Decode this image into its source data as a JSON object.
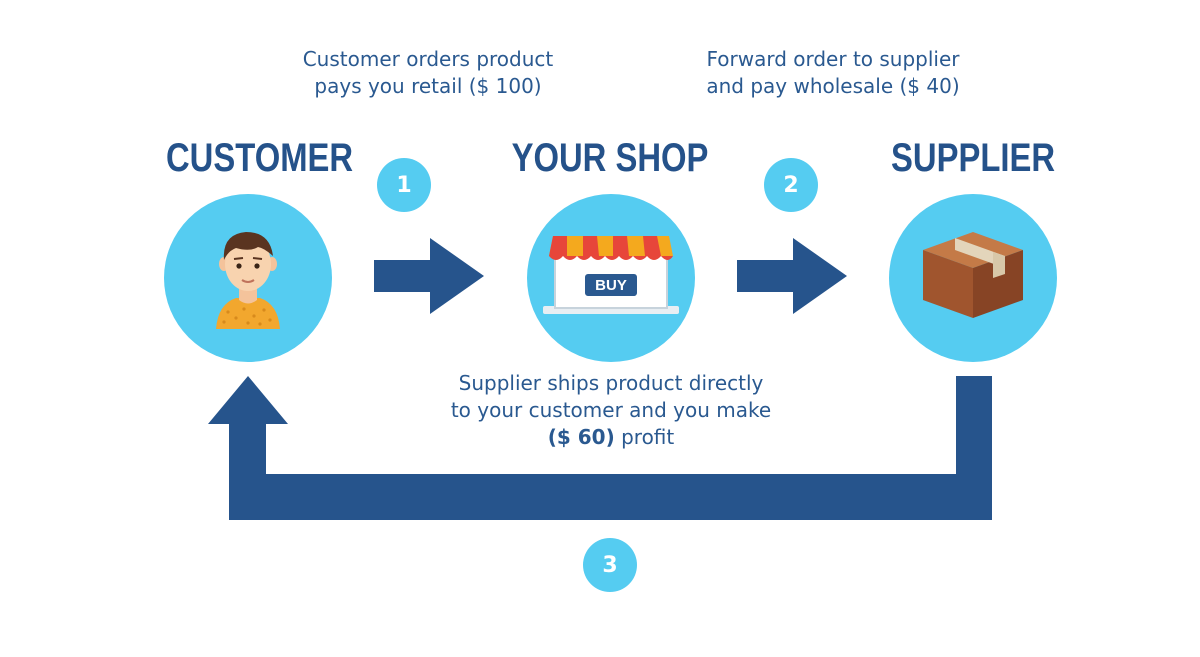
{
  "captions": {
    "step1": [
      "Customer orders product",
      "pays you retail ($ 100)"
    ],
    "step2": [
      "Forward order to supplier",
      "and pay wholesale ($ 40)"
    ],
    "step3": {
      "line1": "Supplier ships product directly",
      "line2": "to your customer and you make",
      "line3_bold": "($ 60)",
      "line3_rest": " profit"
    }
  },
  "nodes": {
    "customer": {
      "title": "CUSTOMER",
      "icon": "person-icon"
    },
    "shop": {
      "title": "YOUR SHOP",
      "icon": "storefront-icon",
      "sign": "BUY"
    },
    "supplier": {
      "title": "SUPPLIER",
      "icon": "package-box-icon"
    }
  },
  "steps": [
    "1",
    "2",
    "3"
  ],
  "colors": {
    "circle": "#55ccf1",
    "arrow": "#26548c",
    "text": "#2a5990",
    "box": "#a0552e"
  }
}
